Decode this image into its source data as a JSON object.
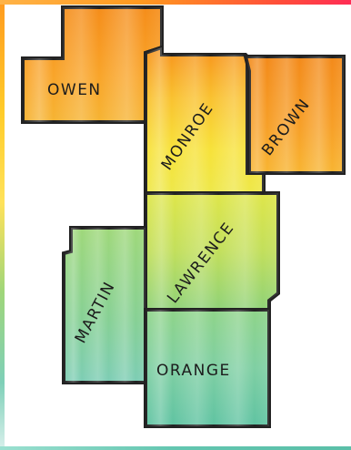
{
  "map": {
    "counties": [
      {
        "id": "owen",
        "name": "OWEN"
      },
      {
        "id": "monroe",
        "name": "MONROE"
      },
      {
        "id": "brown",
        "name": "BROWN"
      },
      {
        "id": "lawrence",
        "name": "LAWRENCE"
      },
      {
        "id": "martin",
        "name": "MARTIN"
      },
      {
        "id": "orange",
        "name": "ORANGE"
      }
    ],
    "colors": {
      "outline": "#222222",
      "orange": "#f79a1e",
      "yellow": "#f7e03a",
      "lime": "#cbe25a",
      "green": "#8fd27a",
      "teal": "#6fc9a8",
      "label": "#1c1c1c"
    }
  }
}
